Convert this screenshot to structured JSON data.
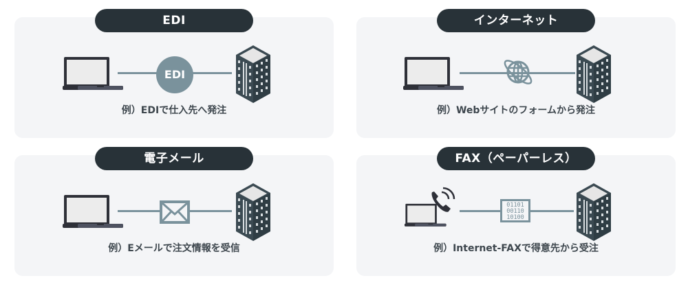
{
  "cards": [
    {
      "title": "EDI",
      "caption": "例）EDIで仕入先へ発注",
      "medium_icon": "edi-badge-icon",
      "medium_label": "EDI"
    },
    {
      "title": "インターネット",
      "caption": "例）Webサイトのフォームから発注",
      "medium_icon": "globe-icon"
    },
    {
      "title": "電子メール",
      "caption": "例）Eメールで注文情報を受信",
      "medium_icon": "envelope-icon"
    },
    {
      "title": "FAX（ペーパーレス）",
      "caption": "例）Internet-FAXで得意先から受注",
      "medium_icon": "binary-data-icon",
      "binary_lines": [
        "01101",
        "00110",
        "10100"
      ]
    }
  ],
  "colors": {
    "pill": "#283238",
    "card": "#f4f5f7",
    "connector": "#7a929c",
    "building": "#3b4a52",
    "laptop": "#2e3038"
  }
}
